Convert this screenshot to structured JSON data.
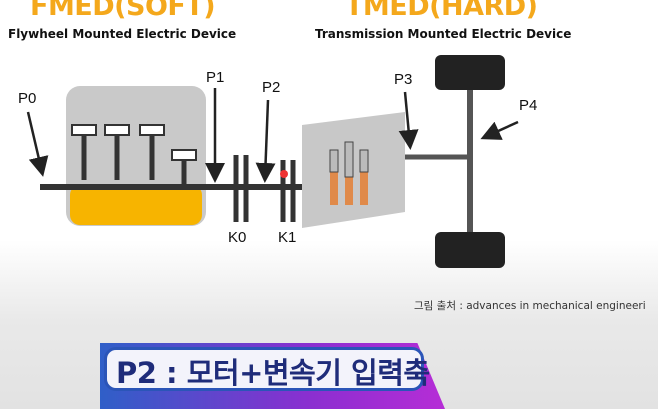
{
  "fmed": {
    "title": "FMED(SOFT)",
    "subtitle": "Flywheel Mounted Electric Device"
  },
  "tmed": {
    "title": "TMED(HARD)",
    "subtitle": "Transmission Mounted Electric Device"
  },
  "labels": {
    "p0": "P0",
    "p1": "P1",
    "p2": "P2",
    "p3": "P3",
    "p4": "P4",
    "k0": "K0",
    "k1": "K1"
  },
  "credit": "그림 출처 : advances in mechanical engineeri",
  "banner": "P2 : 모터+변속기 입력축",
  "colors": {
    "accent": "#f4a81c",
    "banner_text": "#1f2c7a",
    "banner_border": "#2b55b8"
  }
}
